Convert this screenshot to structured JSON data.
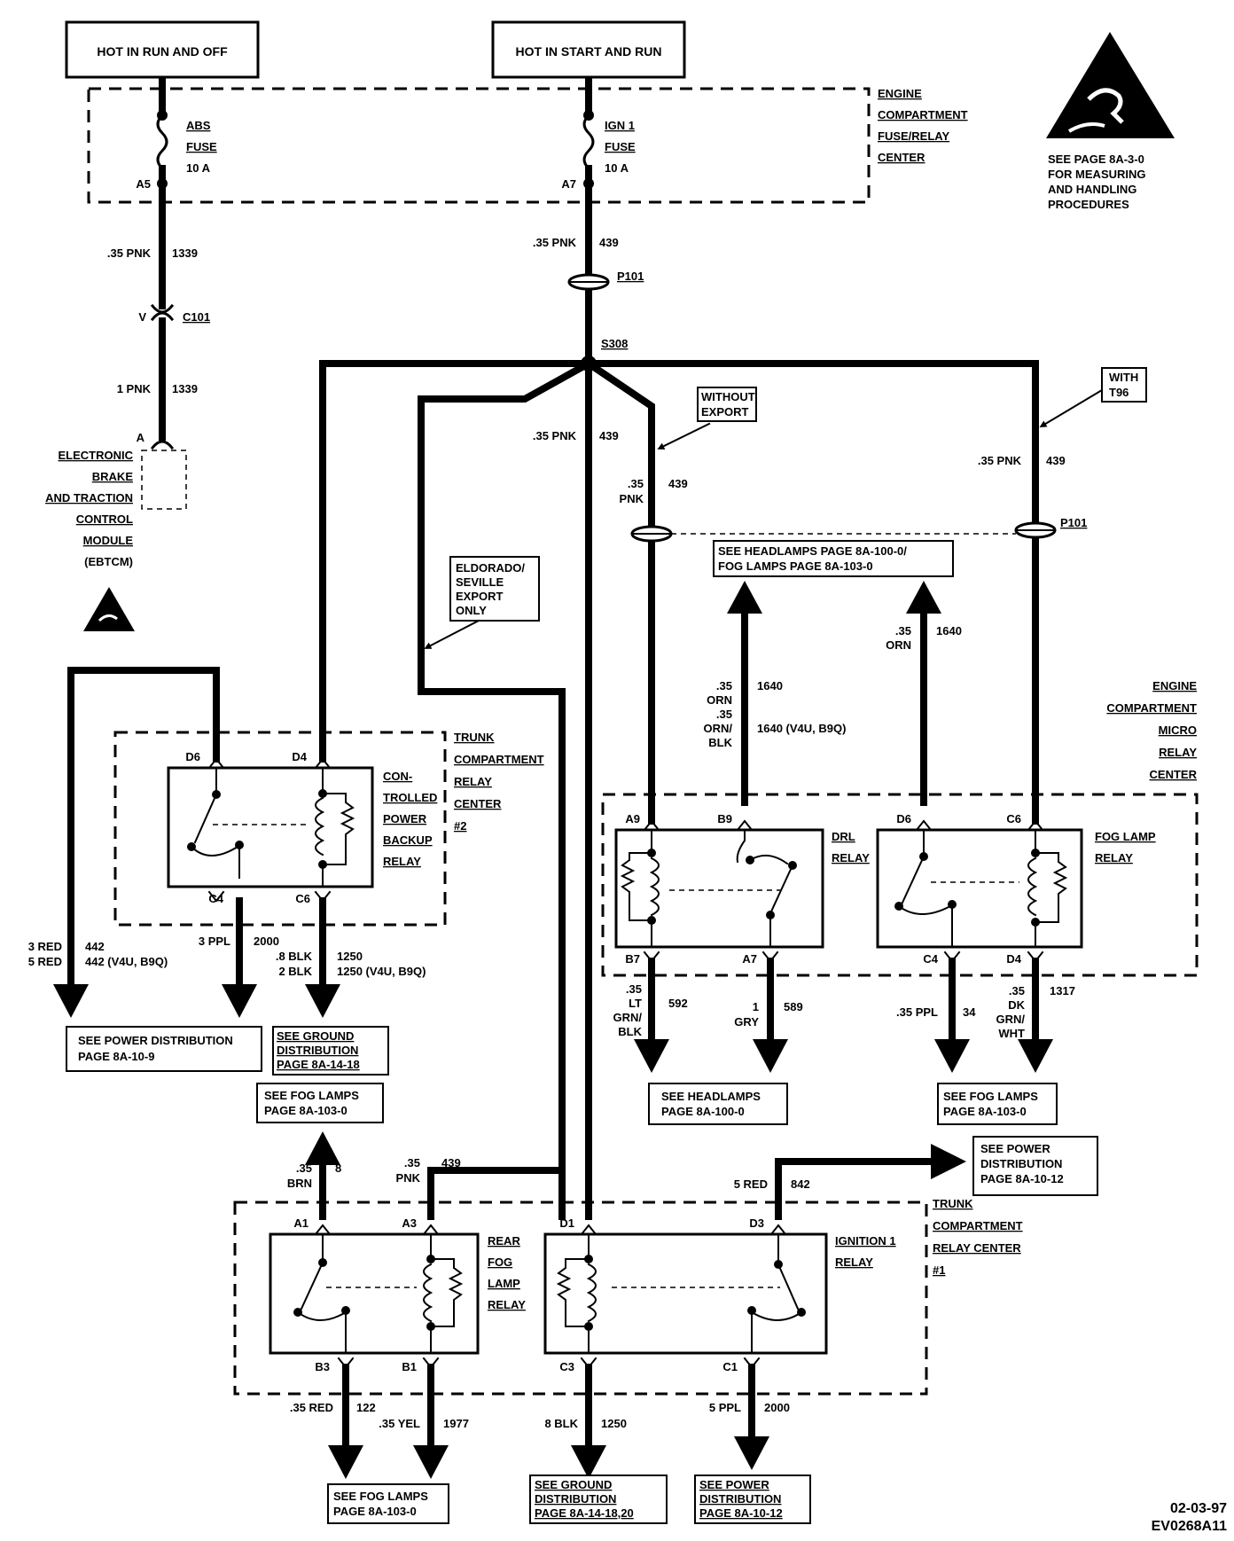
{
  "power_sources": {
    "left": "HOT IN RUN AND OFF",
    "center": "HOT IN START AND RUN"
  },
  "engine_fuse_center": {
    "lines": [
      "ENGINE",
      "COMPARTMENT",
      "FUSE/RELAY",
      "CENTER"
    ],
    "abs_fuse": {
      "lines": [
        "ABS",
        "FUSE",
        "10 A"
      ],
      "pin": "A5"
    },
    "ign_fuse": {
      "lines": [
        "IGN 1",
        "FUSE",
        "10 A"
      ],
      "pin": "A7"
    }
  },
  "esd_notice": {
    "lines": [
      "SEE PAGE 8A-3-0",
      "FOR MEASURING",
      "AND HANDLING",
      "PROCEDURES"
    ]
  },
  "wires": {
    "w1339a": {
      "gauge": ".35 PNK",
      "circuit": "1339"
    },
    "c101": {
      "pin": "V",
      "label": "C101"
    },
    "w1339b": {
      "gauge": "1 PNK",
      "circuit": "1339"
    },
    "w439a": {
      "gauge": ".35 PNK",
      "circuit": "439"
    },
    "p101": "P101",
    "s308": "S308",
    "w439b": {
      "gauge": ".35 PNK",
      "circuit": "439"
    },
    "w439c": {
      "gauge_l1": ".35",
      "gauge_l2": "PNK",
      "circuit": "439"
    },
    "w439d": {
      "gauge": ".35 PNK",
      "circuit": "439"
    },
    "p101b": "P101",
    "w1640a": {
      "l1": ".35",
      "l2": "ORN",
      "l3": ".35",
      "l4": "ORN/",
      "l5": "BLK",
      "c1": "1640",
      "c2": "1640 (V4U, B9Q)"
    },
    "w1640b": {
      "l1": ".35",
      "l2": "ORN",
      "circuit": "1640"
    },
    "w442": {
      "l1": "3 RED",
      "l2": "5 RED",
      "c1": "442",
      "c2": "442 (V4U, B9Q)"
    },
    "w2000a": {
      "gauge": "3 PPL",
      "circuit": "2000"
    },
    "w1250a": {
      "l1": ".8 BLK",
      "l2": "2 BLK",
      "c1": "1250",
      "c2": "1250 (V4U, B9Q)"
    },
    "w592": {
      "l1": ".35",
      "l2": "LT",
      "l3": "GRN/",
      "l4": "BLK",
      "circuit": "592"
    },
    "w589": {
      "l1": "1",
      "l2": "GRY",
      "circuit": "589"
    },
    "w34": {
      "gauge": ".35 PPL",
      "circuit": "34"
    },
    "w1317": {
      "l1": ".35",
      "l2": "DK",
      "l3": "GRN/",
      "l4": "WHT",
      "circuit": "1317"
    },
    "w8": {
      "l1": ".35",
      "l2": "BRN",
      "circuit": "8"
    },
    "w439e": {
      "l1": ".35",
      "l2": "PNK",
      "circuit": "439"
    },
    "w842": {
      "gauge": "5 RED",
      "circuit": "842"
    },
    "w122": {
      "gauge": ".35 RED",
      "circuit": "122"
    },
    "w1977": {
      "gauge": ".35 YEL",
      "circuit": "1977"
    },
    "w1250b": {
      "gauge": "8 BLK",
      "circuit": "1250"
    },
    "w2000b": {
      "gauge": "5 PPL",
      "circuit": "2000"
    }
  },
  "ebtcm": {
    "pin": "A",
    "lines": [
      "ELECTRONIC",
      "BRAKE",
      "AND TRACTION",
      "CONTROL",
      "MODULE",
      "(EBTCM)"
    ]
  },
  "callouts": {
    "without_export": [
      "WITHOUT",
      "EXPORT"
    ],
    "with_t96": [
      "WITH",
      "T96"
    ],
    "eldorado": [
      "ELDORADO/",
      "SEVILLE",
      "EXPORT",
      "ONLY"
    ]
  },
  "trunk_center_2": {
    "lines": [
      "TRUNK",
      "COMPARTMENT",
      "RELAY",
      "CENTER",
      "#2"
    ],
    "relay_lines": [
      "CON-",
      "TROLLED",
      "POWER",
      "BACKUP",
      "RELAY"
    ],
    "pins": {
      "d6": "D6",
      "d4": "D4",
      "c4": "C4",
      "c6": "C6"
    }
  },
  "engine_micro": {
    "lines": [
      "ENGINE",
      "COMPARTMENT",
      "MICRO",
      "RELAY",
      "CENTER"
    ],
    "drl_lines": [
      "DRL",
      "RELAY"
    ],
    "fog_lines": [
      "FOG LAMP",
      "RELAY"
    ],
    "pins": {
      "a9": "A9",
      "b9": "B9",
      "d6": "D6",
      "c6": "C6",
      "b7": "B7",
      "a7": "A7",
      "c4": "C4",
      "d4": "D4"
    }
  },
  "trunk_center_1": {
    "lines": [
      "TRUNK",
      "COMPARTMENT",
      "RELAY CENTER",
      "#1"
    ],
    "rear_fog_lines": [
      "REAR",
      "FOG",
      "LAMP",
      "RELAY"
    ],
    "ign_lines": [
      "IGNITION 1",
      "RELAY"
    ],
    "pins": {
      "a1": "A1",
      "a3": "A3",
      "d1": "D1",
      "d3": "D3",
      "b3": "B3",
      "b1": "B1",
      "c3": "C3",
      "c1": "C1"
    }
  },
  "refs": {
    "headlamps_fog": [
      "SEE HEADLAMPS PAGE 8A-100-0/",
      "FOG LAMPS PAGE 8A-103-0"
    ],
    "power_dist_9": [
      "SEE POWER DISTRIBUTION",
      "PAGE 8A-10-9"
    ],
    "ground_18": [
      "SEE GROUND",
      "DISTRIBUTION",
      "PAGE 8A-14-18"
    ],
    "fog_mid": [
      "SEE FOG LAMPS",
      "PAGE 8A-103-0"
    ],
    "headlamps": [
      "SEE HEADLAMPS",
      "PAGE 8A-100-0"
    ],
    "fog_right": [
      "SEE FOG LAMPS",
      "PAGE 8A-103-0"
    ],
    "power_dist_12a": [
      "SEE POWER",
      "DISTRIBUTION",
      "PAGE 8A-10-12"
    ],
    "fog_bottom": [
      "SEE FOG LAMPS",
      "PAGE 8A-103-0"
    ],
    "ground_18_20": [
      "SEE GROUND",
      "DISTRIBUTION",
      "PAGE 8A-14-18,20"
    ],
    "power_dist_12b": [
      "SEE POWER",
      "DISTRIBUTION",
      "PAGE 8A-10-12"
    ]
  },
  "footer": {
    "date": "02-03-97",
    "code": "EV0268A11"
  }
}
